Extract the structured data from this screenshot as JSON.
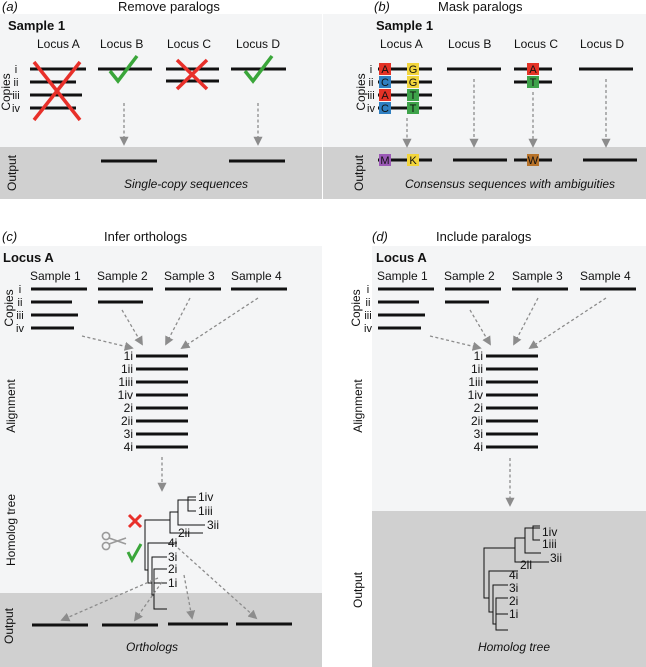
{
  "panel_a": {
    "letter": "(a)",
    "title": "Remove paralogs",
    "sample": "Sample 1",
    "loci": [
      "Locus A",
      "Locus B",
      "Locus C",
      "Locus D"
    ],
    "copy_labels": [
      "i",
      "ii",
      "iii",
      "iv"
    ],
    "side_copies": "Copies",
    "side_output": "Output",
    "caption": "Single-copy sequences"
  },
  "panel_b": {
    "letter": "(b)",
    "title": "Mask paralogs",
    "sample": "Sample 1",
    "loci": [
      "Locus A",
      "Locus B",
      "Locus C",
      "Locus D"
    ],
    "copy_labels": [
      "i",
      "ii",
      "iii",
      "iv"
    ],
    "side_copies": "Copies",
    "side_output": "Output",
    "bases_col1": [
      "A",
      "C",
      "A",
      "C"
    ],
    "bases_col2": [
      "G",
      "G",
      "T",
      "T"
    ],
    "bases_locus_c": [
      "A",
      "T"
    ],
    "ambiguity_1": "M",
    "ambiguity_2": "K",
    "ambiguity_3": "W",
    "caption": "Consensus sequences with ambiguities"
  },
  "panel_c": {
    "letter": "(c)",
    "title": "Infer orthologs",
    "locus": "Locus A",
    "samples": [
      "Sample 1",
      "Sample 2",
      "Sample 3",
      "Sample 4"
    ],
    "copy_labels": [
      "i",
      "ii",
      "iii",
      "iv"
    ],
    "side_copies": "Copies",
    "side_alignment": "Alignment",
    "side_tree": "Homolog tree",
    "side_output": "Output",
    "alignment_rows": [
      "1i",
      "1ii",
      "1iii",
      "1iv",
      "2i",
      "2ii",
      "3i",
      "4i"
    ],
    "tree_tips": [
      "1iv",
      "1iii",
      "3ii",
      "2ii",
      "4i",
      "3i",
      "2i",
      "1i"
    ],
    "caption": "Orthologs"
  },
  "panel_d": {
    "letter": "(d)",
    "title": "Include paralogs",
    "locus": "Locus A",
    "samples": [
      "Sample 1",
      "Sample 2",
      "Sample 3",
      "Sample 4"
    ],
    "copy_labels": [
      "i",
      "ii",
      "iii",
      "iv"
    ],
    "side_copies": "Copies",
    "side_alignment": "Alignment",
    "side_output": "Output",
    "alignment_rows": [
      "1i",
      "1ii",
      "1iii",
      "1iv",
      "2i",
      "2ii",
      "3i",
      "4i"
    ],
    "tree_tips": [
      "1iv",
      "1iii",
      "3ii",
      "2ii",
      "4i",
      "3i",
      "2i",
      "1i"
    ],
    "caption": "Homolog tree"
  },
  "colors": {
    "panel_bg": "#f4f5f6",
    "output_bg": "#d0d0d0",
    "cross": "#e8302a",
    "check": "#3aa63a",
    "base_A": "#e43226",
    "base_C": "#2f7fc1",
    "base_G": "#f2d53c",
    "base_T": "#3ea34a",
    "amb_M": "#9b59b6",
    "amb_K": "#f2d53c",
    "amb_W": "#b8732a",
    "arrow": "#8c8c8c"
  }
}
